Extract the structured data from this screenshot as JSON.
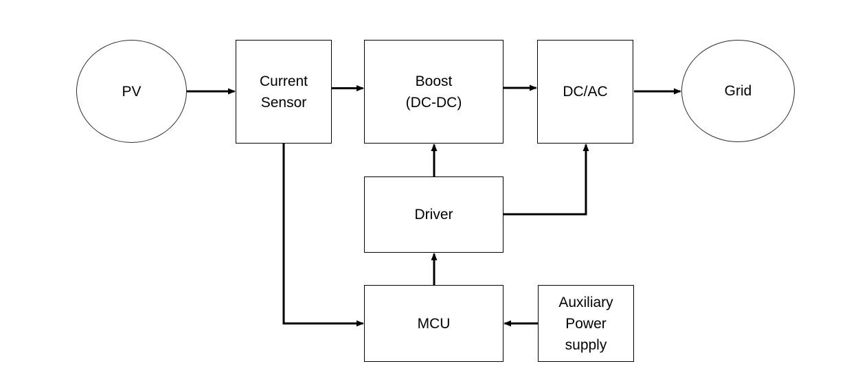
{
  "diagram": {
    "nodes": {
      "pv": {
        "id": "pv",
        "label": "PV",
        "shape": "ellipse"
      },
      "current_sensor": {
        "id": "current_sensor",
        "label": "Current\nSensor",
        "shape": "rect"
      },
      "boost": {
        "id": "boost",
        "label": "Boost\n(DC-DC)",
        "shape": "rect"
      },
      "dcac": {
        "id": "dcac",
        "label": "DC/AC",
        "shape": "rect"
      },
      "grid": {
        "id": "grid",
        "label": "Grid",
        "shape": "ellipse"
      },
      "driver": {
        "id": "driver",
        "label": "Driver",
        "shape": "rect"
      },
      "mcu": {
        "id": "mcu",
        "label": "MCU",
        "shape": "rect"
      },
      "aux": {
        "id": "aux",
        "label": "Auxiliary\nPower\nsupply",
        "shape": "rect"
      }
    },
    "edges": [
      {
        "from": "pv",
        "to": "current_sensor",
        "style": "arrow"
      },
      {
        "from": "current_sensor",
        "to": "boost",
        "style": "arrow"
      },
      {
        "from": "boost",
        "to": "dcac",
        "style": "arrow"
      },
      {
        "from": "dcac",
        "to": "grid",
        "style": "arrow"
      },
      {
        "from": "driver",
        "to": "boost",
        "style": "arrow"
      },
      {
        "from": "driver",
        "to": "dcac",
        "style": "arrow-elbow"
      },
      {
        "from": "mcu",
        "to": "driver",
        "style": "arrow"
      },
      {
        "from": "current_sensor",
        "to": "mcu",
        "style": "arrow-elbow"
      },
      {
        "from": "aux",
        "to": "mcu",
        "style": "arrow"
      }
    ],
    "colors": {
      "background": "#ffffff",
      "line": "#000000",
      "text": "#000000"
    }
  }
}
